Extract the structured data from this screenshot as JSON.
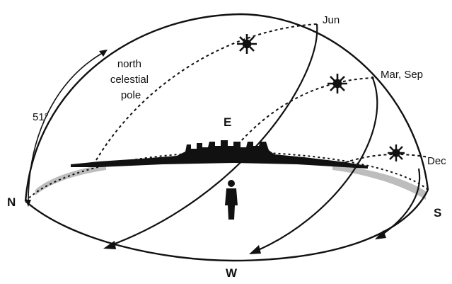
{
  "diagram": {
    "pole_label_lines": [
      "north",
      "celestial",
      "pole"
    ],
    "latitude_label": "51°",
    "cardinals": {
      "north": "N",
      "east": "E",
      "south": "S",
      "west": "W"
    },
    "paths": [
      {
        "name": "june",
        "label": "Jun"
      },
      {
        "name": "equinox",
        "label": "Mar, Sep"
      },
      {
        "name": "december",
        "label": "Dec"
      }
    ]
  }
}
